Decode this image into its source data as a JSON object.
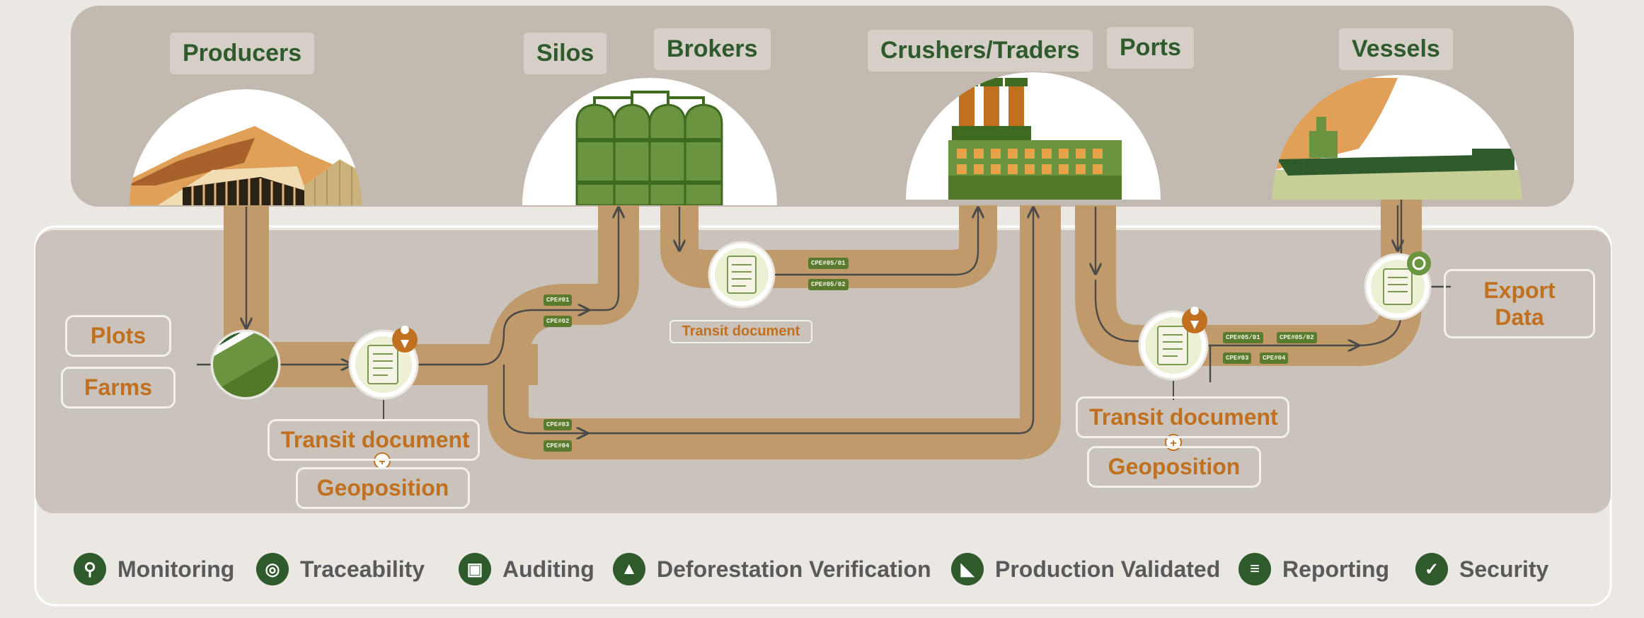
{
  "stages": {
    "producers": "Producers",
    "silos": "Silos",
    "brokers": "Brokers",
    "crushers": "Crushers/Traders",
    "ports": "Ports",
    "vessels": "Vessels"
  },
  "inputs": {
    "plots": "Plots",
    "farms": "Farms"
  },
  "documents": {
    "transit_1": "Transit document",
    "geo_1": "Geoposition",
    "transit_2": "Transit document",
    "transit_3": "Transit document",
    "geo_3": "Geoposition"
  },
  "export": {
    "line1": "Export",
    "line2": "Data"
  },
  "codes": {
    "silo_a": "CPE#01",
    "silo_b": "CPE#02",
    "crusher_a": "CPE#03",
    "crusher_b": "CPE#04",
    "broker_a": "CPE#05/01",
    "broker_b": "CPE#05/02",
    "port_a": "CPE#05/01",
    "port_b": "CPE#05/02",
    "port_c": "CPE#03",
    "port_d": "CPE#04"
  },
  "legend": [
    {
      "label": "Monitoring",
      "icon": "monitoring-icon",
      "glyph": "⚲"
    },
    {
      "label": "Traceability",
      "icon": "traceability-icon",
      "glyph": "◎"
    },
    {
      "label": "Auditing",
      "icon": "auditing-icon",
      "glyph": "▣"
    },
    {
      "label": "Deforestation Verification",
      "icon": "deforestation-icon",
      "glyph": "▲"
    },
    {
      "label": "Production Validated",
      "icon": "production-icon",
      "glyph": "◣"
    },
    {
      "label": "Reporting",
      "icon": "reporting-icon",
      "glyph": "≡"
    },
    {
      "label": "Security",
      "icon": "security-icon",
      "glyph": "✓"
    }
  ],
  "colors": {
    "flow": "#c09a6a",
    "dark_green": "#2e5a2c",
    "mid_green": "#6a9440",
    "orange": "#c0701e",
    "top_band": "#c2bab0",
    "mid_band": "#c9c3bc"
  }
}
